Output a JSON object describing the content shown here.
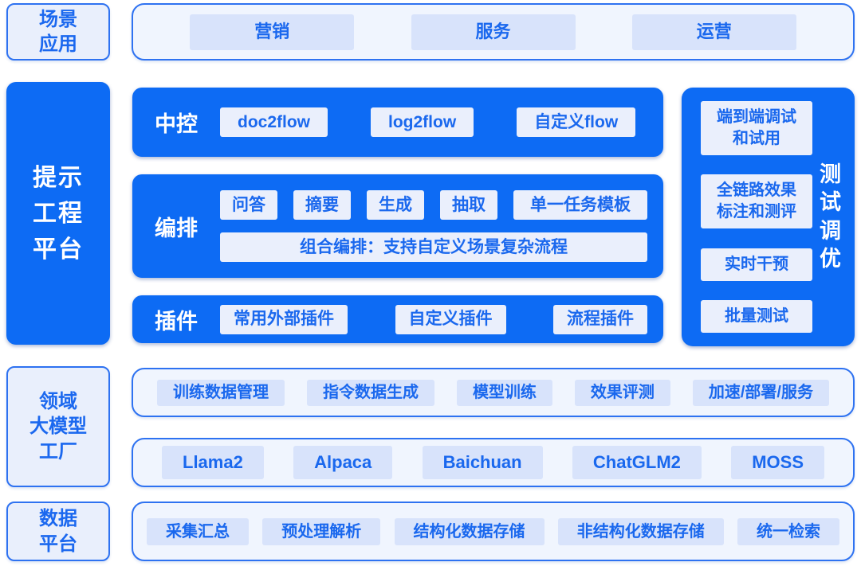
{
  "palette": {
    "solid_blue": "#0d6bf4",
    "blue_text": "#1a68ee",
    "border_blue": "#2e72f1",
    "chip_light": "#d8e3fb",
    "chip_on_blue": "#eaeffc",
    "panel_bg": "#f0f5fe",
    "sidebox_bg": "#e9effc"
  },
  "left_column": {
    "scenario": "场景\n应用",
    "prompt_platform": "提示\n工程\n平台",
    "model_factory": "领域\n大模型\n工厂",
    "data_platform": "数据\n平台"
  },
  "scenario_row": {
    "chips": [
      "营销",
      "服务",
      "运营"
    ]
  },
  "prompt_rows": [
    {
      "label": "中控",
      "chips": [
        "doc2flow",
        "log2flow",
        "自定义flow"
      ]
    },
    {
      "label": "编排",
      "chips": [
        "问答",
        "摘要",
        "生成",
        "抽取",
        "单一任务模板"
      ],
      "wide_chip": "组合编排：支持自定义场景复杂流程"
    },
    {
      "label": "插件",
      "chips": [
        "常用外部插件",
        "自定义插件",
        "流程插件"
      ]
    }
  ],
  "test_tuning": {
    "label": "测\n试\n调\n优",
    "chips": [
      "端到端调试\n和试用",
      "全链路效果\n标注和测评",
      "实时干预",
      "批量测试"
    ]
  },
  "factory_row": {
    "chips": [
      "训练数据管理",
      "指令数据生成",
      "模型训练",
      "效果评测",
      "加速/部署/服务"
    ]
  },
  "models_row": {
    "chips": [
      "Llama2",
      "Alpaca",
      "Baichuan",
      "ChatGLM2",
      "MOSS"
    ]
  },
  "data_row": {
    "chips": [
      "采集汇总",
      "预处理解析",
      "结构化数据存储",
      "非结构化数据存储",
      "统一检索"
    ]
  }
}
